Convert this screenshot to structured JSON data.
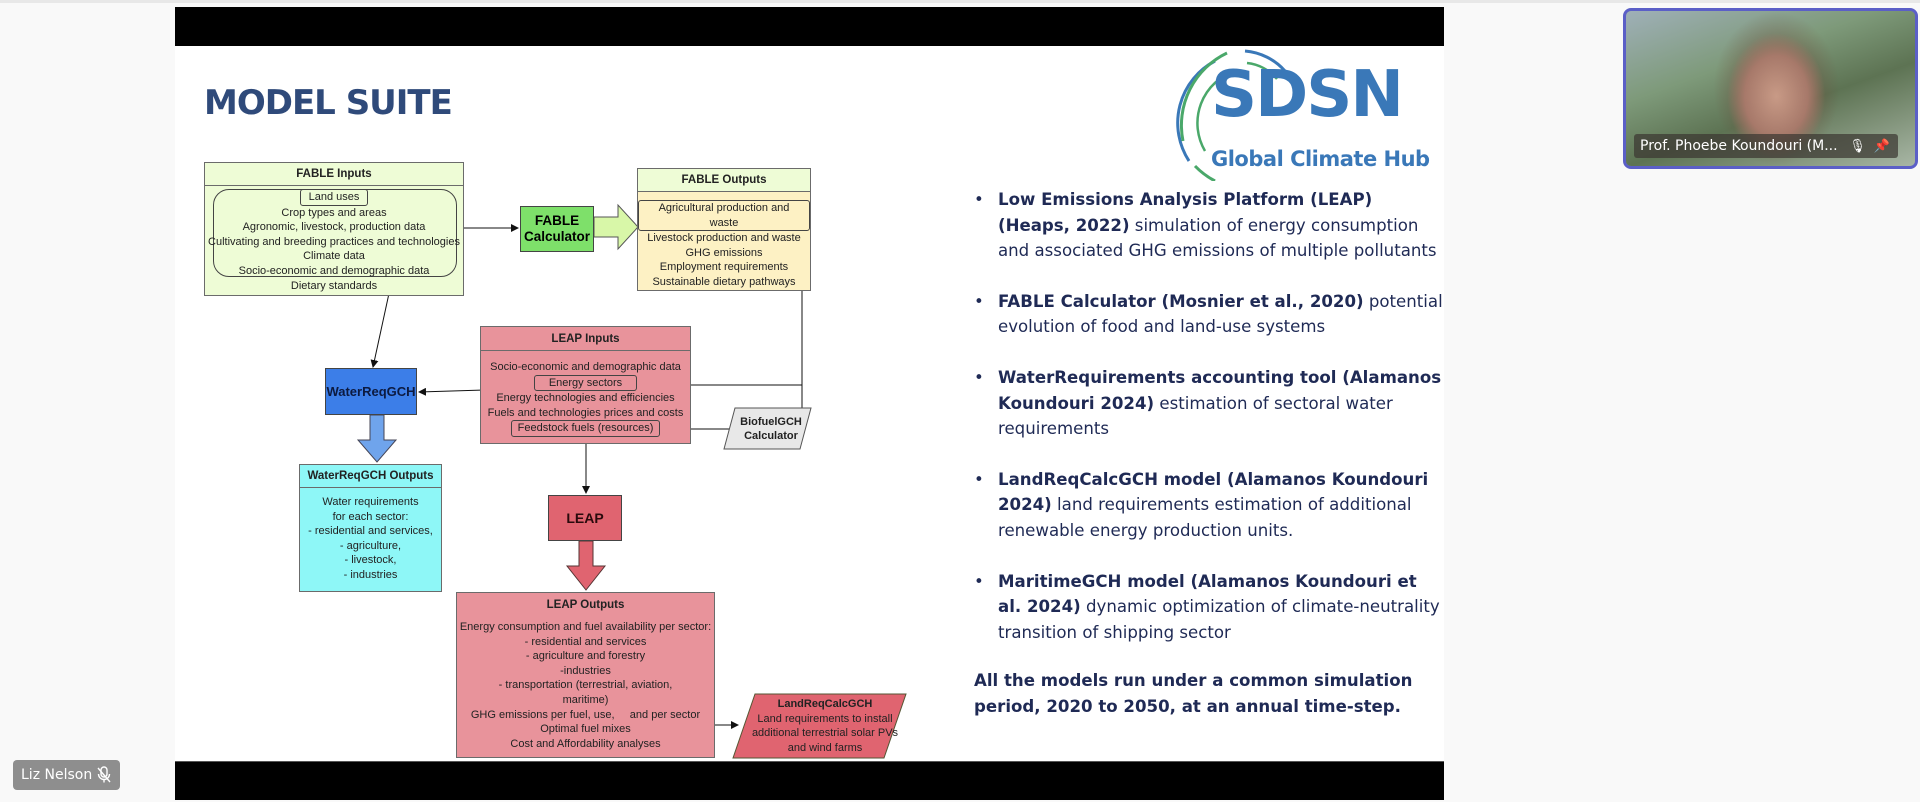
{
  "slide": {
    "title": "MODEL SUITE",
    "logo": {
      "name": "SDSN",
      "subtitle": "Global Climate Hub",
      "colors": {
        "primary": "#3a78b8",
        "accent": "#4aa86a"
      }
    },
    "diagram": {
      "fable_inputs": {
        "header": "FABLE Inputs",
        "items": [
          "Land uses",
          "Crop types and areas",
          "Agronomic, livestock, production data",
          "Cultivating and breeding practices and technologies",
          "Climate data",
          "Socio-economic and demographic data",
          "Dietary standards"
        ]
      },
      "fable_calculator": {
        "line1": "FABLE",
        "line2": "Calculator"
      },
      "fable_outputs": {
        "header": "FABLE Outputs",
        "items": [
          "Agricultural production and waste",
          "Livestock production and waste",
          "GHG emissions",
          "Employment requirements",
          "Sustainable dietary pathways"
        ]
      },
      "leap_inputs": {
        "header": "LEAP Inputs",
        "items": [
          "Socio-economic and demographic data",
          "Energy sectors",
          "Energy technologies and efficiencies",
          "Fuels and technologies prices and costs",
          "Feedstock fuels (resources)"
        ]
      },
      "waterreq": {
        "label": "WaterReqGCH"
      },
      "biofuel": {
        "line1": "BiofuelGCH",
        "line2": "Calculator"
      },
      "waterreq_outputs": {
        "header": "WaterReqGCH Outputs",
        "items": [
          "Water requirements",
          "for each sector:",
          "- residential and services,",
          "- agriculture,",
          "- livestock,",
          "- industries"
        ]
      },
      "leap": {
        "label": "LEAP"
      },
      "leap_outputs": {
        "header": "LEAP Outputs",
        "items": [
          "Energy consumption and fuel availability per sector:",
          "- residential and services",
          "- agriculture and forestry",
          "-industries",
          "- transportation (terrestrial, aviation,",
          "maritime)",
          "GHG emissions per fuel, use,     and per sector",
          "Optimal fuel mixes",
          "Cost and Affordability analyses"
        ]
      },
      "landreq": {
        "title": "LandReqCalcGCH",
        "items": [
          "Land requirements to install",
          "additional terrestrial solar PVs",
          "and wind farms"
        ]
      }
    },
    "bullets": [
      {
        "bold": "Low Emissions Analysis Platform (LEAP) (Heaps, 2022)",
        "text": " simulation of energy consumption and associated GHG emissions of multiple pollutants"
      },
      {
        "bold": "FABLE Calculator (Mosnier et al., 2020)",
        "text": " potential evolution of food and land-use systems"
      },
      {
        "bold": "WaterRequirements accounting tool (Alamanos Koundouri 2024)",
        "text": " estimation of sectoral water requirements"
      },
      {
        "bold": "LandReqCalcGCH model (Alamanos Koundouri 2024)",
        "text": " land requirements estimation of additional renewable energy production units."
      },
      {
        "bold": "MaritimeGCH model (Alamanos Koundouri et al. 2024)",
        "text": " dynamic optimization of climate-neutrality transition of shipping sector"
      }
    ],
    "summary": "All the models run under a common simulation period, 2020 to 2050, at an annual time-step."
  },
  "participants": {
    "speaker": {
      "name": "Prof. Phoebe Koundouri (M...",
      "mic_icon": "microphone-icon",
      "pin_icon": "pin-icon"
    },
    "self": {
      "name": "Liz Nelson",
      "mic_icon": "microphone-muted-icon"
    }
  },
  "colors": {
    "title": "#2f4a7a",
    "fable_green": "#7ee06a",
    "fable_light": "#eefcd6",
    "fable_out_body": "#fdf1c4",
    "leap_pink": "#e8939b",
    "leap_red": "#e06470",
    "water_blue": "#3c7ee8",
    "water_light": "#8ef7f7",
    "video_border": "#5b5fc7"
  }
}
